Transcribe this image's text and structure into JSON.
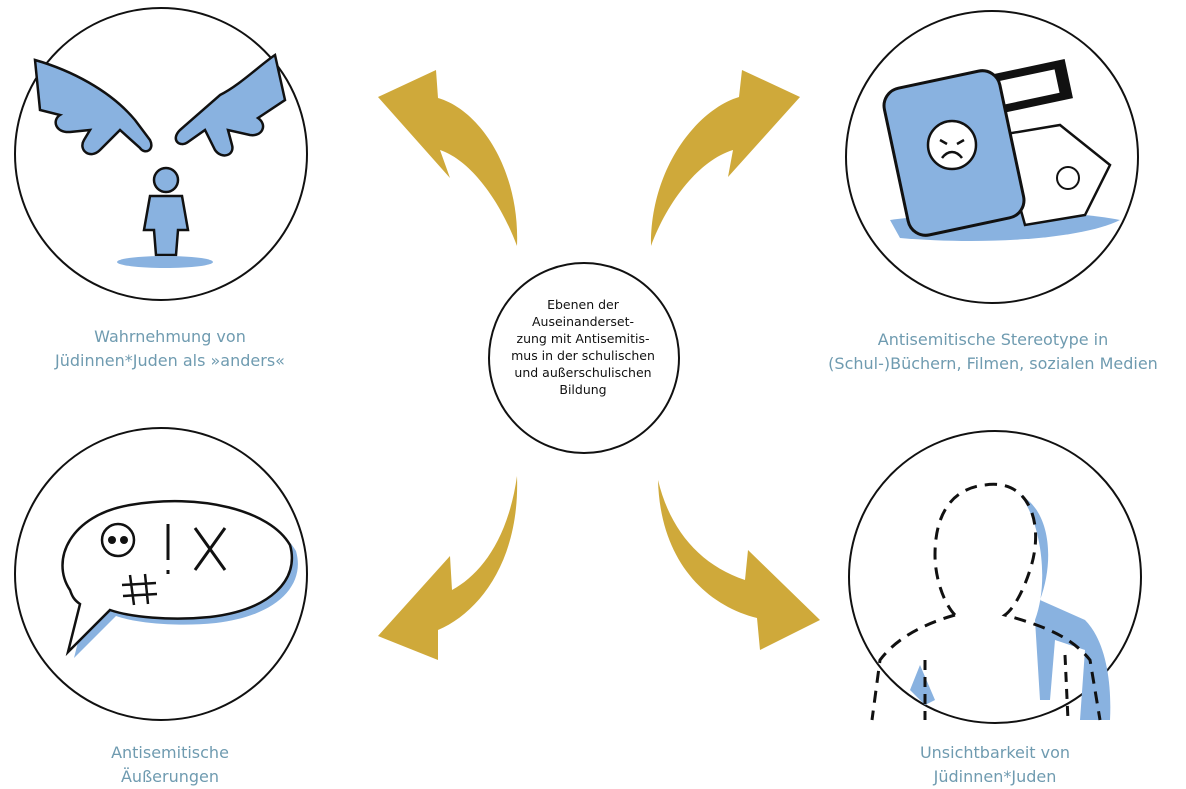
{
  "colors": {
    "arrow": "#cfa93a",
    "accent_blue": "#89b2e0",
    "caption": "#6f9bb0",
    "ink": "#111111"
  },
  "center": {
    "lines": [
      "Ebenen der",
      "Auseinanderset-",
      "zung mit Antisemitis-",
      "mus in der schulischen",
      "und außerschulischen",
      "Bildung"
    ]
  },
  "captions": {
    "top_left": [
      "Wahrnehmung von",
      "Jüdinnen*Juden als »anders«"
    ],
    "top_right": [
      "Antisemitische Stereotype in",
      "(Schul-)Büchern, Filmen, sozialen Medien"
    ],
    "bottom_left": [
      "Antisemitische",
      "Äußerungen"
    ],
    "bottom_right": [
      "Unsichtbarkeit von",
      "Jüdinnen*Juden"
    ]
  },
  "icons": {
    "top_left": "pointing-hands-at-person-icon",
    "top_right": "phone-film-book-icon",
    "bottom_left": "speech-bubble-insult-icon",
    "bottom_right": "dashed-silhouette-icon"
  }
}
